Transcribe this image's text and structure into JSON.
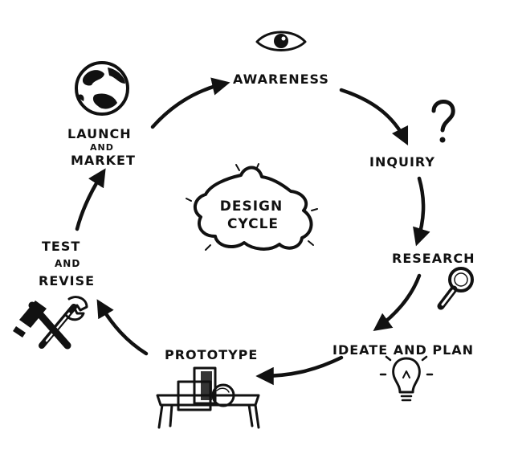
{
  "title_lines": [
    "DESIGN",
    "CYCLE"
  ],
  "stages": {
    "awareness": [
      "AWARENESS"
    ],
    "inquiry": [
      "INQUIRY"
    ],
    "research": [
      "RESEARCH"
    ],
    "ideate": [
      "IDEATE AND PLAN"
    ],
    "prototype": [
      "PROTOTYPE"
    ],
    "test": [
      "TEST",
      "AND",
      "REVISE"
    ],
    "launch": [
      "LAUNCH",
      "AND",
      "MARKET"
    ]
  },
  "icons": {
    "awareness": "eye-icon",
    "inquiry": "question-mark-icon",
    "research": "magnifying-glass-icon",
    "ideate": "lightbulb-icon",
    "prototype": "workbench-icon",
    "test": "hammer-wrench-icon",
    "launch": "globe-icon"
  },
  "colors": {
    "ink": "#111111",
    "background": "#ffffff"
  }
}
